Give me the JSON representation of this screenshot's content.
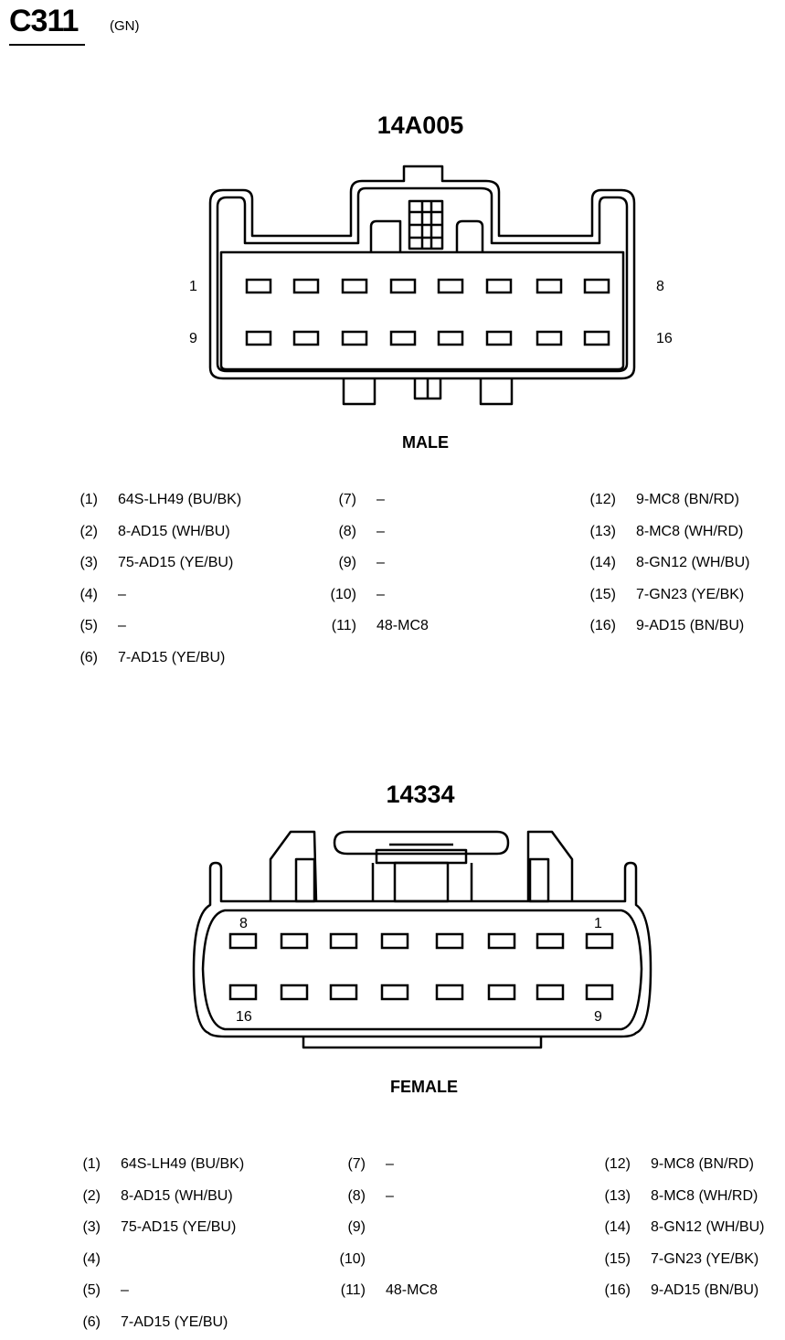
{
  "header": {
    "title": "C311",
    "color": "(GN)"
  },
  "male": {
    "part_number": "14A005",
    "gender": "MALE",
    "pin_labels": {
      "top_left": "1",
      "top_right": "8",
      "bottom_left": "9",
      "bottom_right": "16"
    },
    "pins": [
      {
        "num": "(1)",
        "value": "64S-LH49 (BU/BK)"
      },
      {
        "num": "(2)",
        "value": "8-AD15 (WH/BU)"
      },
      {
        "num": "(3)",
        "value": "75-AD15 (YE/BU)"
      },
      {
        "num": "(4)",
        "value": "–"
      },
      {
        "num": "(5)",
        "value": "–"
      },
      {
        "num": "(6)",
        "value": "7-AD15 (YE/BU)"
      },
      {
        "num": "(7)",
        "value": "–"
      },
      {
        "num": "(8)",
        "value": "–"
      },
      {
        "num": "(9)",
        "value": "–"
      },
      {
        "num": "(10)",
        "value": "–"
      },
      {
        "num": "(11)",
        "value": "48-MC8"
      },
      {
        "num": "(12)",
        "value": "9-MC8 (BN/RD)"
      },
      {
        "num": "(13)",
        "value": "8-MC8 (WH/RD)"
      },
      {
        "num": "(14)",
        "value": "8-GN12 (WH/BU)"
      },
      {
        "num": "(15)",
        "value": "7-GN23 (YE/BK)"
      },
      {
        "num": "(16)",
        "value": "9-AD15 (BN/BU)"
      }
    ]
  },
  "female": {
    "part_number": "14334",
    "gender": "FEMALE",
    "pin_labels": {
      "top_left": "8",
      "top_right": "1",
      "bottom_left": "16",
      "bottom_right": "9"
    },
    "pins": [
      {
        "num": "(1)",
        "value": "64S-LH49 (BU/BK)"
      },
      {
        "num": "(2)",
        "value": "8-AD15 (WH/BU)"
      },
      {
        "num": "(3)",
        "value": "75-AD15 (YE/BU)"
      },
      {
        "num": "(4)",
        "value": ""
      },
      {
        "num": "(5)",
        "value": "–"
      },
      {
        "num": "(6)",
        "value": "7-AD15 (YE/BU)"
      },
      {
        "num": "(7)",
        "value": "–"
      },
      {
        "num": "(8)",
        "value": "–"
      },
      {
        "num": "(9)",
        "value": ""
      },
      {
        "num": "(10)",
        "value": ""
      },
      {
        "num": "(11)",
        "value": "48-MC8"
      },
      {
        "num": "(12)",
        "value": "9-MC8 (BN/RD)"
      },
      {
        "num": "(13)",
        "value": "8-MC8 (WH/RD)"
      },
      {
        "num": "(14)",
        "value": "8-GN12 (WH/BU)"
      },
      {
        "num": "(15)",
        "value": "7-GN23 (YE/BK)"
      },
      {
        "num": "(16)",
        "value": "9-AD15 (BN/BU)"
      }
    ]
  }
}
